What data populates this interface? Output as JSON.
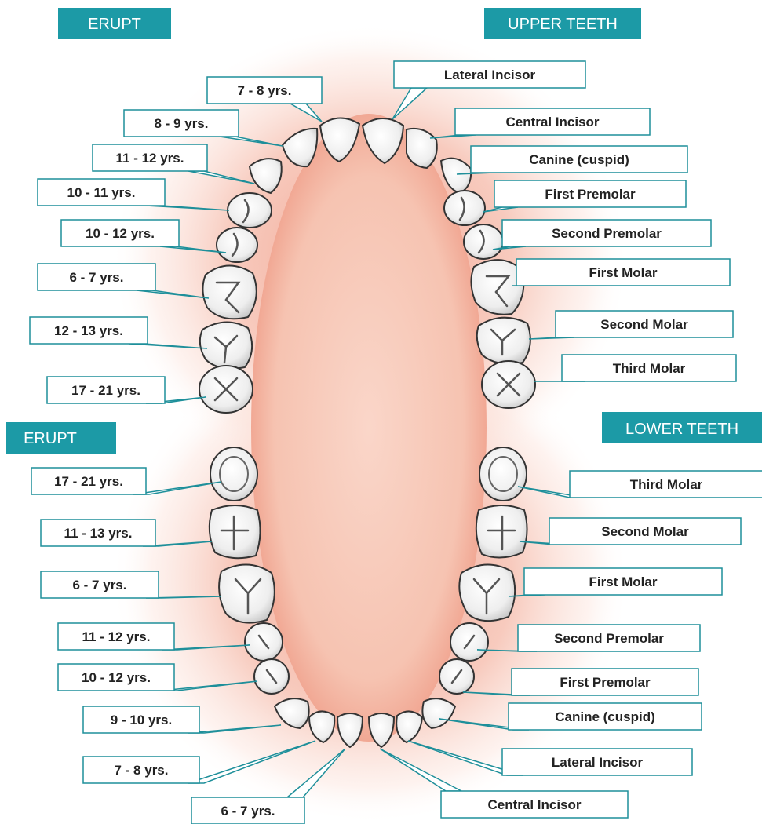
{
  "colors": {
    "banner": "#1c9aa6",
    "leader": "#1e8f9a",
    "gum": "#f3b3a3",
    "palate": "#f7cbbd",
    "tooth_fill": "#f4f4f4",
    "tooth_outline": "#333333"
  },
  "banners": {
    "upper_erupt": "ERUPT",
    "upper_teeth": "UPPER TEETH",
    "lower_erupt": "ERUPT",
    "lower_teeth": "LOWER TEETH"
  },
  "upper": {
    "ages": [
      {
        "id": "u-lat-incisor",
        "text": "7 - 8 yrs."
      },
      {
        "id": "u-canine",
        "text": "8 - 9 yrs."
      },
      {
        "id": "u-canine-alt",
        "text": "11 - 12 yrs."
      },
      {
        "id": "u-first-premolar",
        "text": "10 - 11 yrs."
      },
      {
        "id": "u-second-premolar",
        "text": "10 - 12 yrs."
      },
      {
        "id": "u-first-molar",
        "text": "6 - 7 yrs."
      },
      {
        "id": "u-second-molar",
        "text": "12 - 13 yrs."
      },
      {
        "id": "u-third-molar",
        "text": "17 - 21 yrs."
      }
    ],
    "names": [
      {
        "id": "u-lateral-incisor",
        "text": "Lateral Incisor"
      },
      {
        "id": "u-central-incisor",
        "text": "Central Incisor"
      },
      {
        "id": "u-canine",
        "text": "Canine (cuspid)"
      },
      {
        "id": "u-first-premolar",
        "text": "First Premolar"
      },
      {
        "id": "u-second-premolar",
        "text": "Second Premolar"
      },
      {
        "id": "u-first-molar",
        "text": "First Molar"
      },
      {
        "id": "u-second-molar",
        "text": "Second Molar"
      },
      {
        "id": "u-third-molar",
        "text": "Third Molar"
      }
    ]
  },
  "lower": {
    "ages": [
      {
        "id": "l-third-molar",
        "text": "17 - 21 yrs."
      },
      {
        "id": "l-second-molar",
        "text": "11 - 13 yrs."
      },
      {
        "id": "l-first-molar",
        "text": "6 - 7 yrs."
      },
      {
        "id": "l-second-premolar",
        "text": "11 - 12 yrs."
      },
      {
        "id": "l-first-premolar",
        "text": "10 - 12 yrs."
      },
      {
        "id": "l-canine",
        "text": "9 - 10 yrs."
      },
      {
        "id": "l-lateral-incisor",
        "text": "7 - 8 yrs."
      },
      {
        "id": "l-central-incisor",
        "text": "6 - 7 yrs."
      }
    ],
    "names": [
      {
        "id": "l-third-molar",
        "text": "Third Molar"
      },
      {
        "id": "l-second-molar",
        "text": "Second Molar"
      },
      {
        "id": "l-first-molar",
        "text": "First Molar"
      },
      {
        "id": "l-second-premolar",
        "text": "Second Premolar"
      },
      {
        "id": "l-first-premolar",
        "text": "First Premolar"
      },
      {
        "id": "l-canine",
        "text": "Canine (cuspid)"
      },
      {
        "id": "l-lateral-incisor",
        "text": "Lateral Incisor"
      },
      {
        "id": "l-central-incisor",
        "text": "Central Incisor"
      }
    ]
  }
}
